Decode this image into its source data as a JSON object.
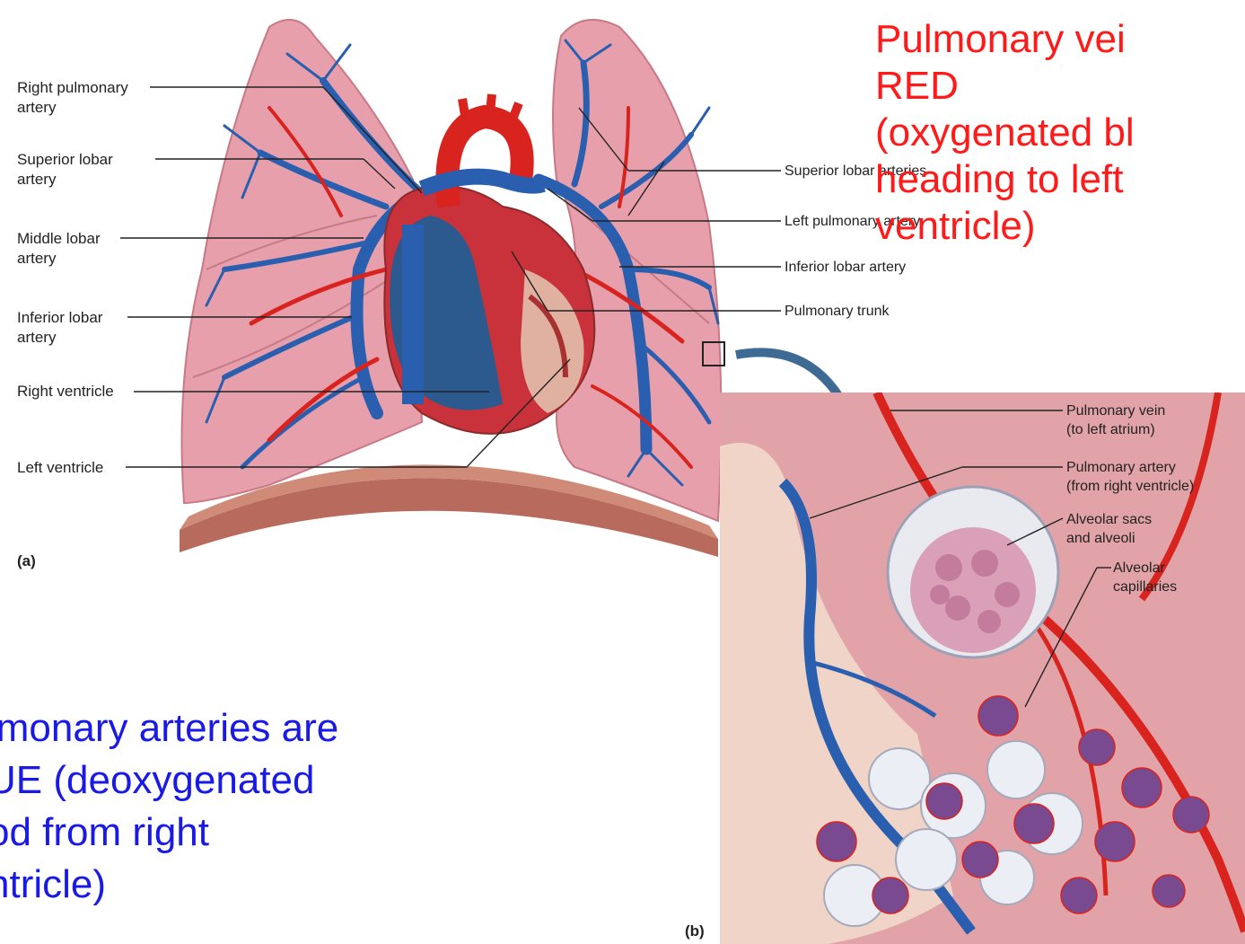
{
  "left_labels": [
    {
      "line1": "Right pulmonary",
      "line2": "artery"
    },
    {
      "line1": "Superior lobar",
      "line2": "artery"
    },
    {
      "line1": "Middle lobar",
      "line2": "artery"
    },
    {
      "line1": "Inferior lobar",
      "line2": "artery"
    },
    {
      "line1": "Right ventricle",
      "line2": ""
    },
    {
      "line1": "Left ventricle",
      "line2": ""
    }
  ],
  "right_labels": [
    "Superior lobar arteries",
    "Left pulmonary artery",
    "Inferior lobar artery",
    "Pulmonary trunk"
  ],
  "inset_labels": [
    {
      "line1": "Pulmonary vein",
      "line2": "(to left atrium)"
    },
    {
      "line1": "Pulmonary artery",
      "line2": "(from right ventricle)"
    },
    {
      "line1": "Alveolar sacs",
      "line2": "and alveoli"
    },
    {
      "line1": "Alveolar",
      "line2": "capillaries"
    }
  ],
  "panel_a": "(a)",
  "panel_b": "(b)",
  "red_note": [
    "Pulmonary vei",
    "RED",
    "(oxygenated bl",
    "heading to  left",
    "ventricle)"
  ],
  "blue_note": [
    "lmonary arteries are",
    "UE (deoxygenated",
    "od from right",
    "ntricle)"
  ],
  "colors": {
    "red_note": "#ff1a1a",
    "blue_note": "#1a1ae6",
    "artery": "#2a5fb0",
    "vein": "#d8231f",
    "lung": "#e79aa6"
  }
}
